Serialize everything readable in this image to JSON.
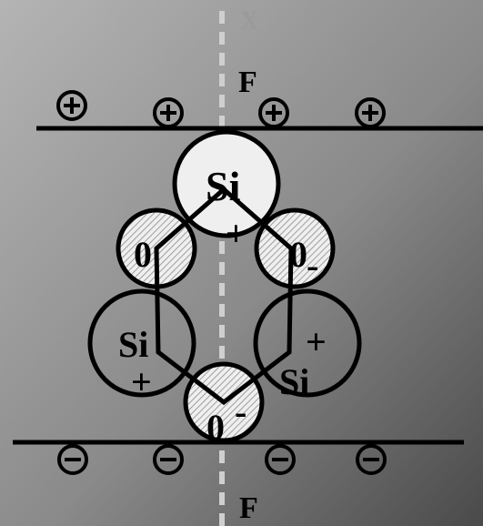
{
  "diagram": {
    "axis_label": "X",
    "force_top_label": "F",
    "force_bottom_label": "F",
    "plate_top_charges": [
      "+",
      "+",
      "+",
      "+"
    ],
    "plate_bottom_charges": [
      "−",
      "−",
      "−",
      "−"
    ],
    "atoms": {
      "si_top": {
        "label": "Si",
        "charge": "+"
      },
      "o_left": {
        "label": "0",
        "charge": ""
      },
      "o_right": {
        "label": "0",
        "charge": "-"
      },
      "si_left": {
        "label": "Si",
        "charge": "+"
      },
      "si_right": {
        "label": "Si",
        "charge": "+"
      },
      "o_bottom": {
        "label": "0",
        "charge": "-"
      }
    },
    "colors": {
      "background_light": "#b2b2b2",
      "background_dark": "#4a4a4a",
      "si_top_fill": "#efefef",
      "stroke": "#000000",
      "axis": "#cfcfcf"
    }
  }
}
